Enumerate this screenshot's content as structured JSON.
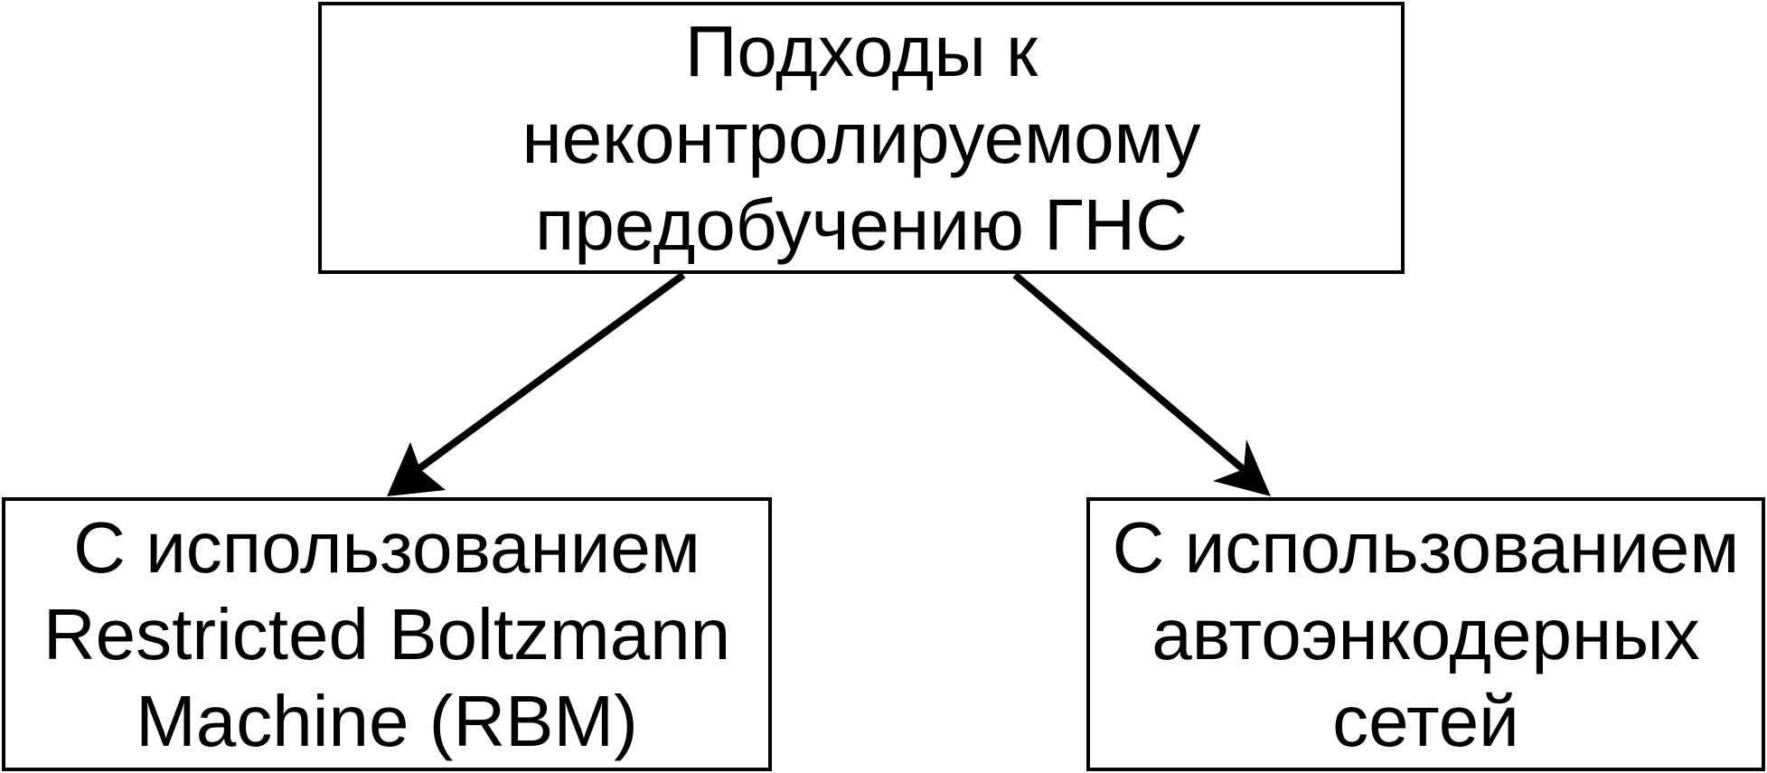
{
  "diagram": {
    "root": {
      "lines": [
        "Подходы к",
        "неконтролируемому",
        "предобучению ГНС"
      ]
    },
    "children": [
      {
        "lines": [
          "С использованием",
          "Restricted Boltzmann",
          "Machine (RBM)"
        ]
      },
      {
        "lines": [
          "С использованием",
          "автоэнкодерных",
          "сетей"
        ]
      }
    ],
    "edges": [
      {
        "from": "root",
        "to": "children.0"
      },
      {
        "from": "root",
        "to": "children.1"
      }
    ],
    "colors": {
      "stroke": "#000000",
      "background": "#ffffff"
    }
  }
}
